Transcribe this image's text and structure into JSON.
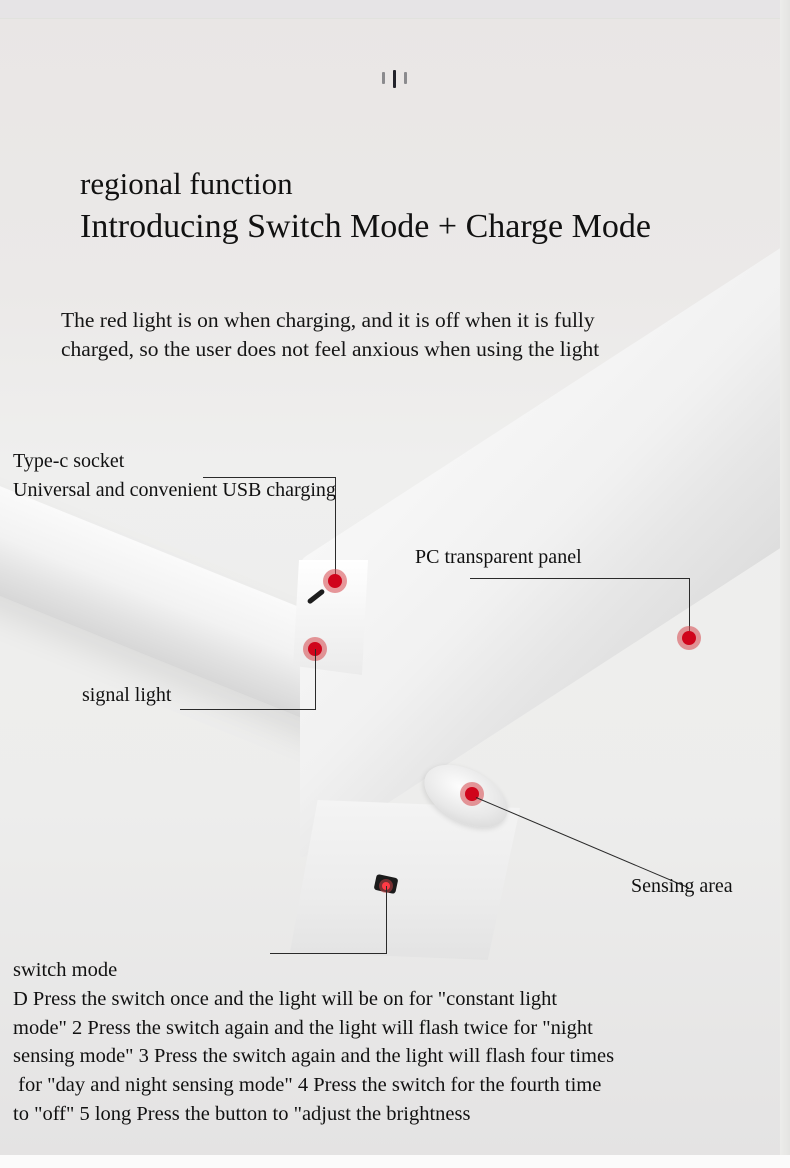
{
  "header": {
    "divider_icon": "vertical-bars-icon",
    "title_line1": "regional function",
    "title_line2": "Introducing Switch Mode + Charge Mode"
  },
  "intro": {
    "line1": "The red light is on when charging, and it is off when it is fully",
    "line2": "charged, so the user does not feel anxious when using the light"
  },
  "callouts": {
    "type_c": {
      "title": "Type-c socket",
      "subtitle": "Universal and convenient USB charging"
    },
    "pc_panel": {
      "label": "PC transparent panel"
    },
    "signal_light": {
      "label": "signal light"
    },
    "sensing_area": {
      "label": "Sensing area"
    }
  },
  "switch_mode": {
    "heading": "switch mode",
    "lines": [
      "D Press the switch once and the light will be on for \"constant light",
      "mode\" 2 Press the switch again and the light will flash twice for \"night",
      "sensing mode\" 3 Press the switch again and the light will flash four times",
      " for \"day and night sensing mode\" 4 Press the switch for the fourth time",
      "to \"off\" 5 long Press the button to \"adjust the brightness"
    ]
  },
  "colors": {
    "background": "#ebe9e8",
    "text": "#111111",
    "marker_red": "#d0041b",
    "marker_halo": "#d6464a",
    "line": "#2a2a2a"
  }
}
